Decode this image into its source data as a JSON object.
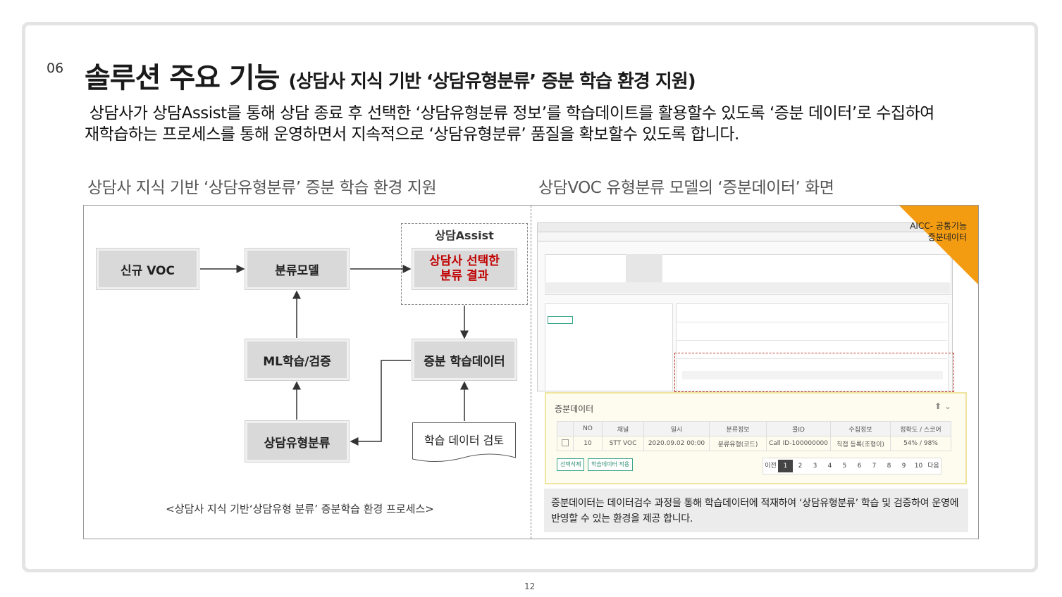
{
  "section_number": "06",
  "title": {
    "main": "솔루션 주요 기능",
    "sub": "(상담사 지식 기반 ‘상담유형분류’ 증분 학습 환경 지원)"
  },
  "description": {
    "line1": " 상담사가 상담Assist를 통해 상담 종료 후 선택한 ‘상담유형분류 정보’를 학습데이트를 활용할수 있도록 ‘증분 데이터’로 수집하여",
    "line2": "재학습하는 프로세스를 통해 운영하면서 지속적으로 ‘상담유형분류’ 품질을 확보할수 있도록 합니다."
  },
  "left_heading": "상담사 지식 기반 ‘상담유형분류’ 증분 학습 환경 지원",
  "right_heading": "상담VOC 유형분류 모델의 ‘증분데이터’ 화면",
  "diagram": {
    "new_voc": "신규 VOC",
    "classify_model": "분류모델",
    "assist_label": "상담Assist",
    "selected_result": "상담사 선택한 분류 결과",
    "ml_training": "ML학습/검증",
    "incremental_data": "증분 학습데이터",
    "consult_type": "상담유형분류",
    "data_review": "학습 데이터 검토",
    "caption": "<상담사 지식 기반‘상담유형 분류’ 증분학습 환경 프로세스>"
  },
  "ribbon": {
    "line1": "AICC- 공통기능",
    "line2": "증분데이터"
  },
  "zoom_panel": {
    "title": "증분데이터",
    "columns": [
      "",
      "NO",
      "채널",
      "일시",
      "분류정보",
      "콜ID",
      "수집정보",
      "정확도 / 스코어"
    ],
    "row": [
      "",
      "10",
      "STT VOC",
      "2020.09.02 00:00",
      "분류유형(코드)",
      "Call ID-100000000",
      "직접 등록(조형이)",
      "54% / 98%"
    ],
    "btn_delete": "선택삭제",
    "btn_apply": "학습데이터 적용",
    "pager_prev": "이전",
    "pages": [
      "1",
      "2",
      "3",
      "4",
      "5",
      "6",
      "7",
      "8",
      "9",
      "10"
    ],
    "pager_next": "다음"
  },
  "note": "증분데이터는 데이터검수 과정을 통해 학습데이터에 적재하여 ‘상담유형분류’ 학습 및 검증하여 운영에 반영할 수 있는 환경을 제공 합니다.",
  "page_number": "12",
  "colors": {
    "accent_red": "#c00000",
    "ribbon": "#f39c12",
    "teal": "#2a8a70"
  }
}
